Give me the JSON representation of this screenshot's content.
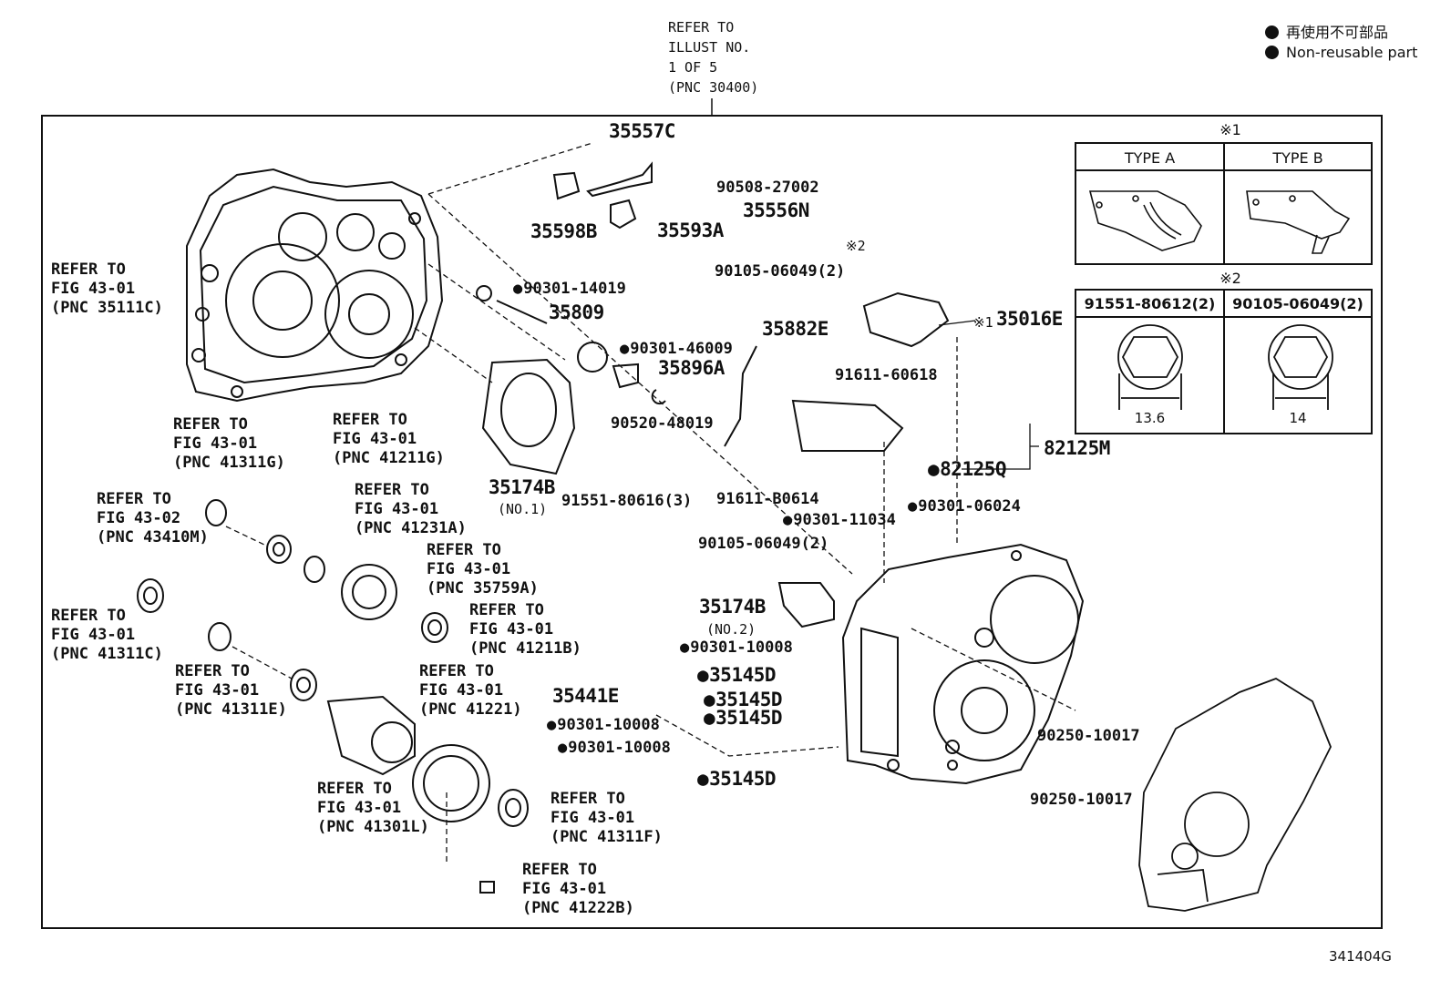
{
  "legend": {
    "jp": "再使用不可部品",
    "en": "Non-reusable part"
  },
  "figure_id": "341404G",
  "top_refer": {
    "l1": "REFER TO",
    "l2": "ILLUST NO.",
    "l3": "1 OF 5",
    "l4": "(PNC 30400)"
  },
  "boxes": {
    "mark1": "※1",
    "type_a": "TYPE A",
    "type_b": "TYPE B",
    "mark2": "※2",
    "bolt1": "91551-80612(2)",
    "bolt2": "90105-06049(2)",
    "dim1": "13.6",
    "dim2": "14"
  },
  "parts": {
    "p35557C": "35557C",
    "p90508": "90508-27002",
    "p35556N": "35556N",
    "p35598B": "35598B",
    "p35593A": "35593A",
    "p90105a": "90105-06049(2)",
    "mark2a": "※2",
    "p35016E": "35016E",
    "p35016E_mark": "※1",
    "p90301_14019": "90301-14019",
    "p35809": "35809",
    "p35882E": "35882E",
    "p90301_46009": "90301-46009",
    "p35896A": "35896A",
    "p91611_60618": "91611-60618",
    "p90520": "90520-48019",
    "p82125M": "82125M",
    "p82125Q": "82125Q",
    "p35174B": "35174B",
    "p35174B_no1": "(NO.1)",
    "p91551_80616": "91551-80616(3)",
    "p91611_B0614": "91611-B0614",
    "p90301_06024": "90301-06024",
    "p90301_11034": "90301-11034",
    "p90105b": "90105-06049(2)",
    "p35174B2": "35174B",
    "p35174B_no2": "(NO.2)",
    "p90301_10008a": "90301-10008",
    "p35145D_1": "35145D",
    "p35441E": "35441E",
    "p35145D_2": "35145D",
    "p35145D_3": "35145D",
    "p90301_10008b": "90301-10008",
    "p90301_10008c": "90301-10008",
    "p35145D_4": "35145D",
    "p90250_a": "90250-10017",
    "p90250_b": "90250-10017"
  },
  "refs": {
    "r1": [
      "REFER TO",
      "FIG 43-01",
      "(PNC 35111C)"
    ],
    "r2": [
      "REFER TO",
      "FIG 43-01",
      "(PNC 41311G)"
    ],
    "r3": [
      "REFER TO",
      "FIG 43-01",
      "(PNC 41211G)"
    ],
    "r4": [
      "REFER TO",
      "FIG 43-02",
      "(PNC 43410M)"
    ],
    "r5": [
      "REFER TO",
      "FIG 43-01",
      "(PNC 41231A)"
    ],
    "r6": [
      "REFER TO",
      "FIG 43-01",
      "(PNC 35759A)"
    ],
    "r7": [
      "REFER TO",
      "FIG 43-01",
      "(PNC 41311C)"
    ],
    "r8": [
      "REFER TO",
      "FIG 43-01",
      "(PNC 41211B)"
    ],
    "r9": [
      "REFER TO",
      "FIG 43-01",
      "(PNC 41311E)"
    ],
    "r10": [
      "REFER TO",
      "FIG 43-01",
      "(PNC 41221)"
    ],
    "r11": [
      "REFER TO",
      "FIG 43-01",
      "(PNC 41301L)"
    ],
    "r12": [
      "REFER TO",
      "FIG 43-01",
      "(PNC 41311F)"
    ],
    "r13": [
      "REFER TO",
      "FIG 43-01",
      "(PNC 41222B)"
    ]
  }
}
